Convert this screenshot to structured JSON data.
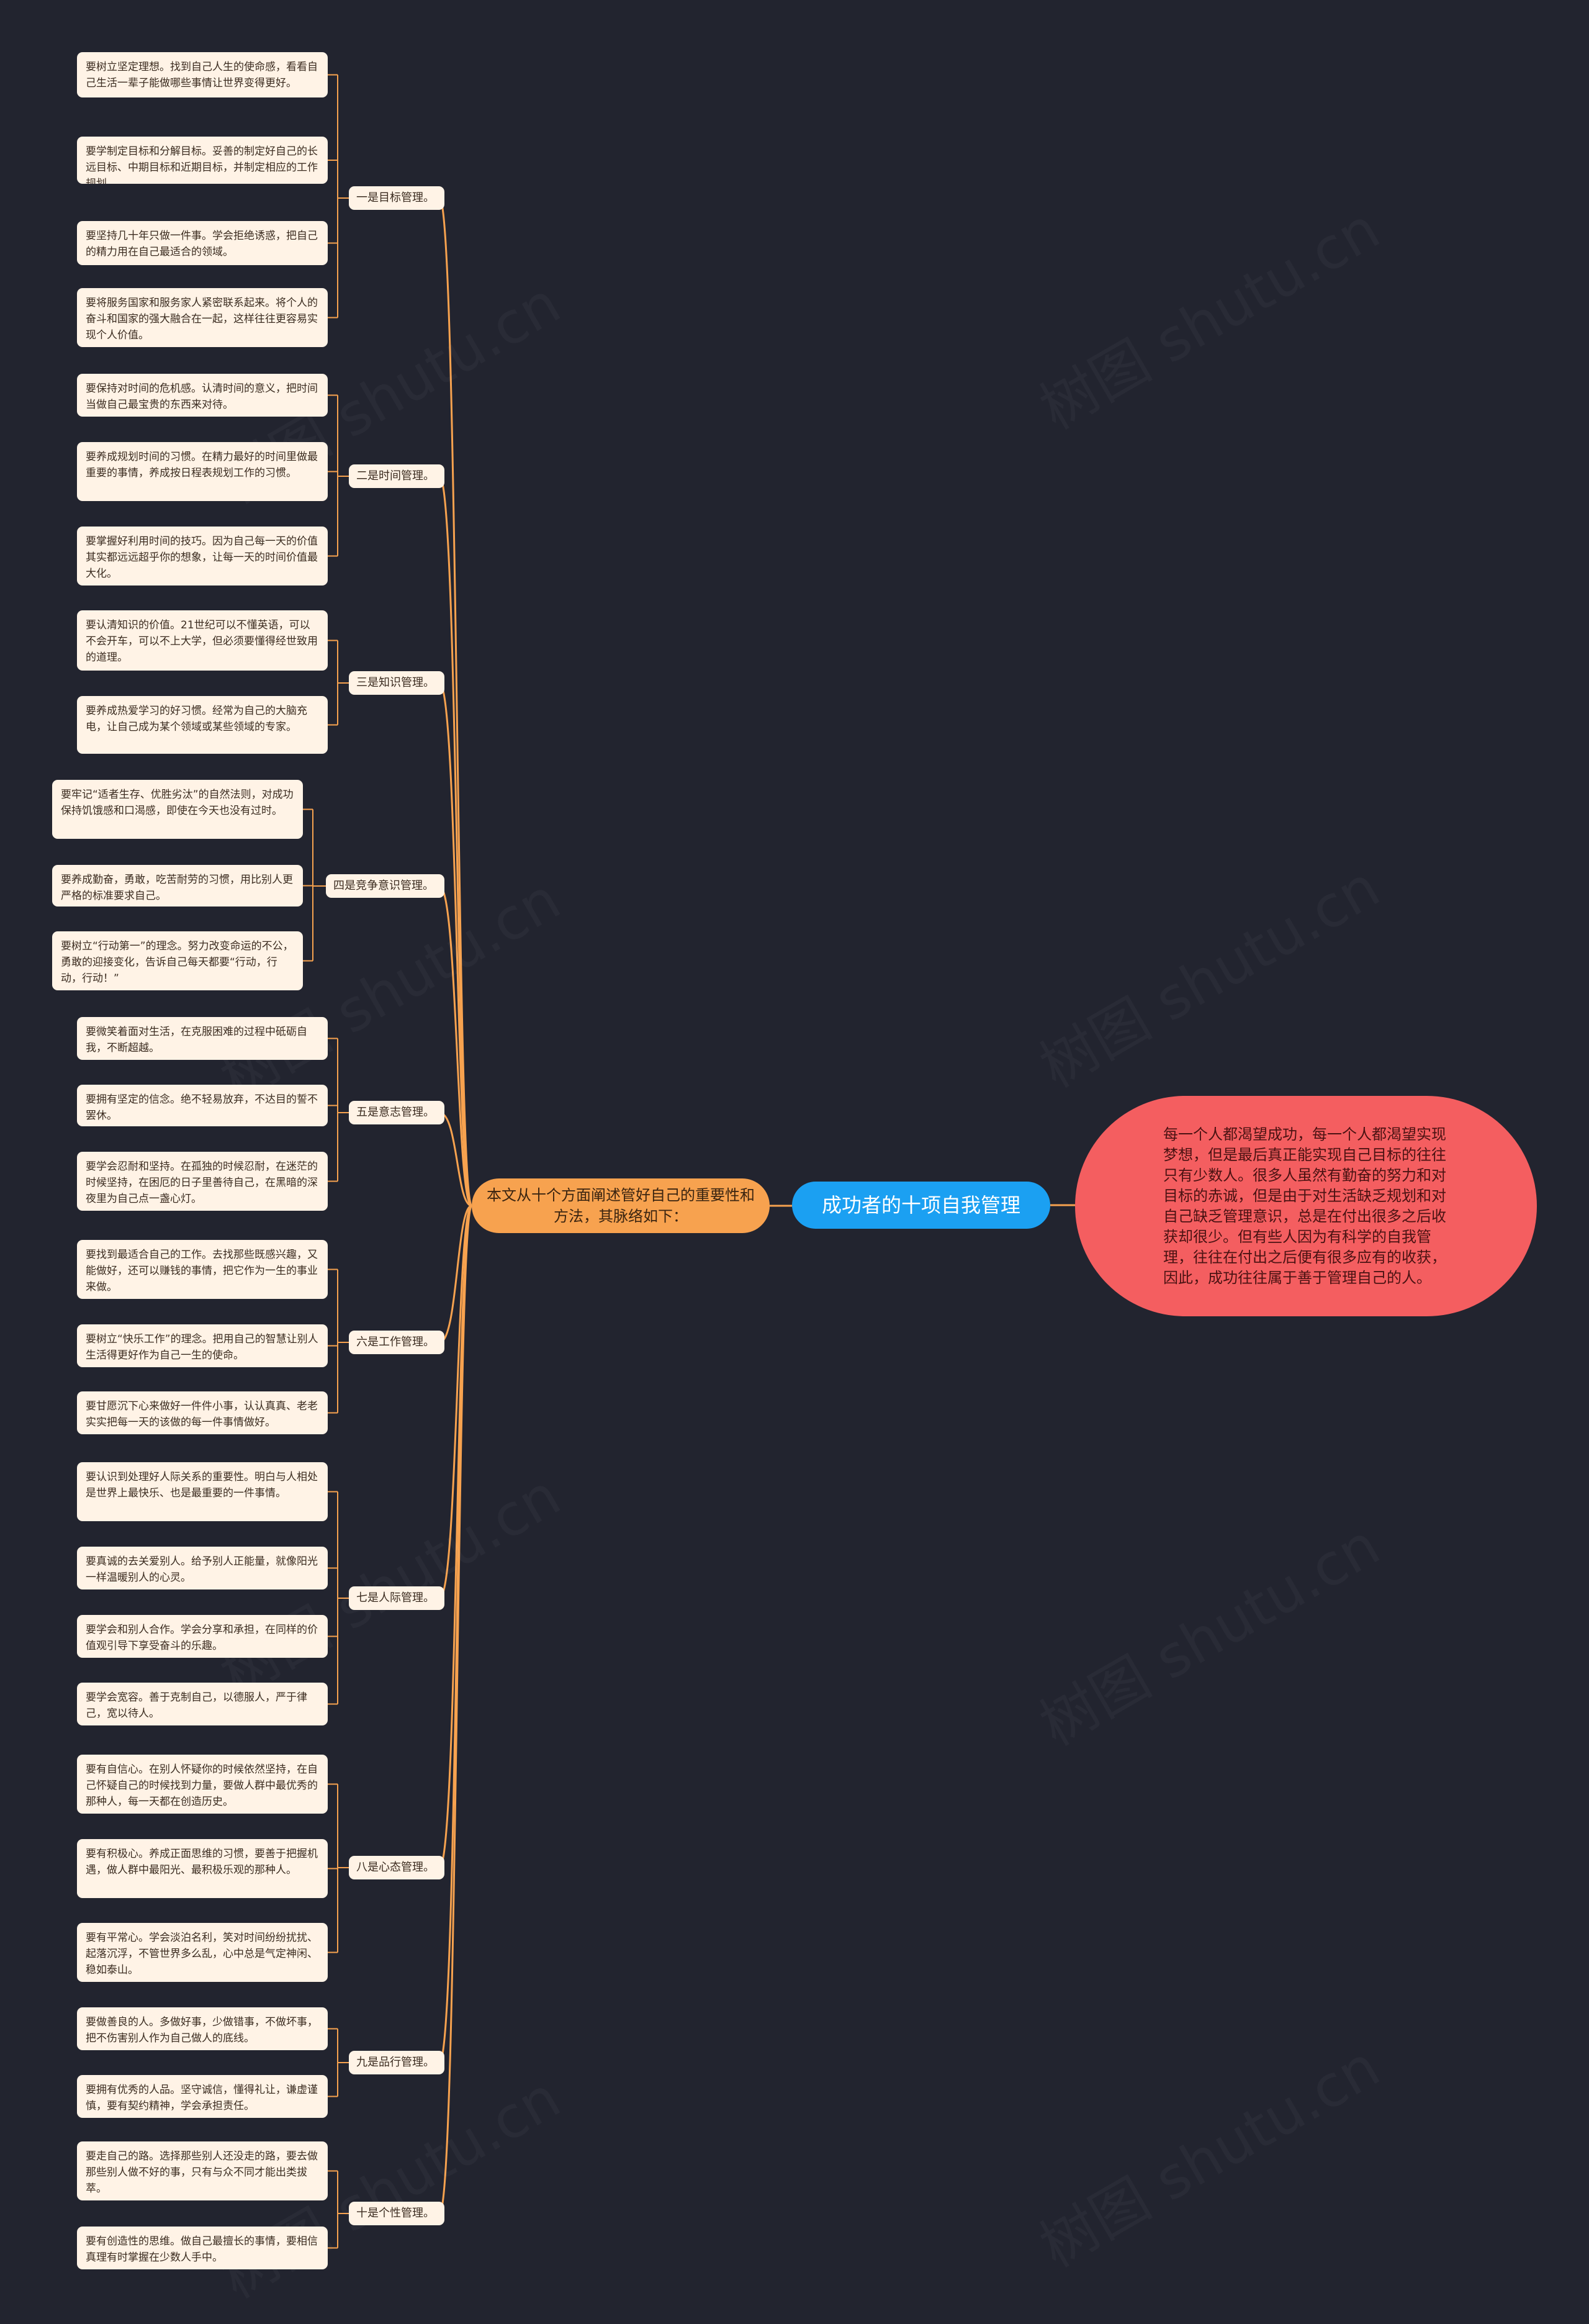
{
  "root": {
    "label": "成功者的十项自我管理"
  },
  "note": "每一个人都渴望成功，每一个人都渴望实现梦想，但是最后真正能实现自己目标的往往只有少数人。很多人虽然有勤奋的努力和对目标的赤诚，但是由于对生活缺乏规划和对自己缺乏管理意识，总是在付出很多之后收获却很少。但有些人因为有科学的自我管理，往往在付出之后便有很多应有的收获，因此，成功往往属于善于管理自己的人。",
  "summary": "本文从十个方面阐述管好自己的重要性和方法，其脉络如下：",
  "watermark": "树图 shutu.cn",
  "colors": {
    "background": "#22242f",
    "connector": "#f7a24f",
    "root": "#1ba0f2",
    "note": "#f45e60",
    "summary": "#f7a24f",
    "leaf": "#fff3e6"
  },
  "branches": [
    {
      "label": "一是目标管理。",
      "items": [
        "要树立坚定理想。找到自己人生的使命感，看看自己生活一辈子能做哪些事情让世界变得更好。",
        "要学制定目标和分解目标。妥善的制定好自己的长远目标、中期目标和近期目标，并制定相应的工作规划。",
        "要坚持几十年只做一件事。学会拒绝诱惑，把自己的精力用在自己最适合的领域。",
        "要将服务国家和服务家人紧密联系起来。将个人的奋斗和国家的强大融合在一起，这样往往更容易实现个人价值。"
      ]
    },
    {
      "label": "二是时间管理。",
      "items": [
        "要保持对时间的危机感。认清时间的意义，把时间当做自己最宝贵的东西来对待。",
        "要养成规划时间的习惯。在精力最好的时间里做最重要的事情，养成按日程表规划工作的习惯。",
        "要掌握好利用时间的技巧。因为自己每一天的价值其实都远远超乎你的想象，让每一天的时间价值最大化。"
      ]
    },
    {
      "label": "三是知识管理。",
      "items": [
        "要认清知识的价值。21世纪可以不懂英语，可以不会开车，可以不上大学，但必须要懂得经世致用的道理。",
        "要养成热爱学习的好习惯。经常为自己的大脑充电，让自己成为某个领域或某些领域的专家。"
      ]
    },
    {
      "label": "四是竞争意识管理。",
      "items": [
        "要牢记“适者生存、优胜劣汰”的自然法则，对成功保持饥饿感和口渴感，即使在今天也没有过时。",
        "要养成勤奋，勇敢，吃苦耐劳的习惯，用比别人更严格的标准要求自己。",
        "要树立“行动第一”的理念。努力改变命运的不公，勇敢的迎接变化，告诉自己每天都要“行动，行动，行动！”"
      ]
    },
    {
      "label": "五是意志管理。",
      "items": [
        "要微笑着面对生活，在克服困难的过程中砥砺自我，不断超越。",
        "要拥有坚定的信念。绝不轻易放弃，不达目的誓不罢休。",
        "要学会忍耐和坚持。在孤独的时候忍耐，在迷茫的时候坚持，在困厄的日子里善待自己，在黑暗的深夜里为自己点一盏心灯。"
      ]
    },
    {
      "label": "六是工作管理。",
      "items": [
        "要找到最适合自己的工作。去找那些既感兴趣，又能做好，还可以赚钱的事情，把它作为一生的事业来做。",
        "要树立“快乐工作”的理念。把用自己的智慧让别人生活得更好作为自己一生的使命。",
        "要甘愿沉下心来做好一件件小事，认认真真、老老实实把每一天的该做的每一件事情做好。"
      ]
    },
    {
      "label": "七是人际管理。",
      "items": [
        "要认识到处理好人际关系的重要性。明白与人相处是世界上最快乐、也是最重要的一件事情。",
        "要真诚的去关爱别人。给予别人正能量，就像阳光一样温暖别人的心灵。",
        "要学会和别人合作。学会分享和承担，在同样的价值观引导下享受奋斗的乐趣。",
        "要学会宽容。善于克制自己，以德服人，严于律己，宽以待人。"
      ]
    },
    {
      "label": "八是心态管理。",
      "items": [
        "要有自信心。在别人怀疑你的时候依然坚持，在自己怀疑自己的时候找到力量，要做人群中最优秀的那种人，每一天都在创造历史。",
        "要有积极心。养成正面思维的习惯，要善于把握机遇，做人群中最阳光、最积极乐观的那种人。",
        "要有平常心。学会淡泊名利，笑对时间纷纷扰扰、起落沉浮，不管世界多么乱，心中总是气定神闲、稳如泰山。"
      ]
    },
    {
      "label": "九是品行管理。",
      "items": [
        "要做善良的人。多做好事，少做错事，不做坏事，把不伤害别人作为自己做人的底线。",
        "要拥有优秀的人品。坚守诚信，懂得礼让，谦虚谨慎，要有契约精神，学会承担责任。"
      ]
    },
    {
      "label": "十是个性管理。",
      "items": [
        "要走自己的路。选择那些别人还没走的路，要去做那些别人做不好的事，只有与众不同才能出类拔萃。",
        "要有创造性的思维。做自己最擅长的事情，要相信真理有时掌握在少数人手中。"
      ]
    }
  ]
}
